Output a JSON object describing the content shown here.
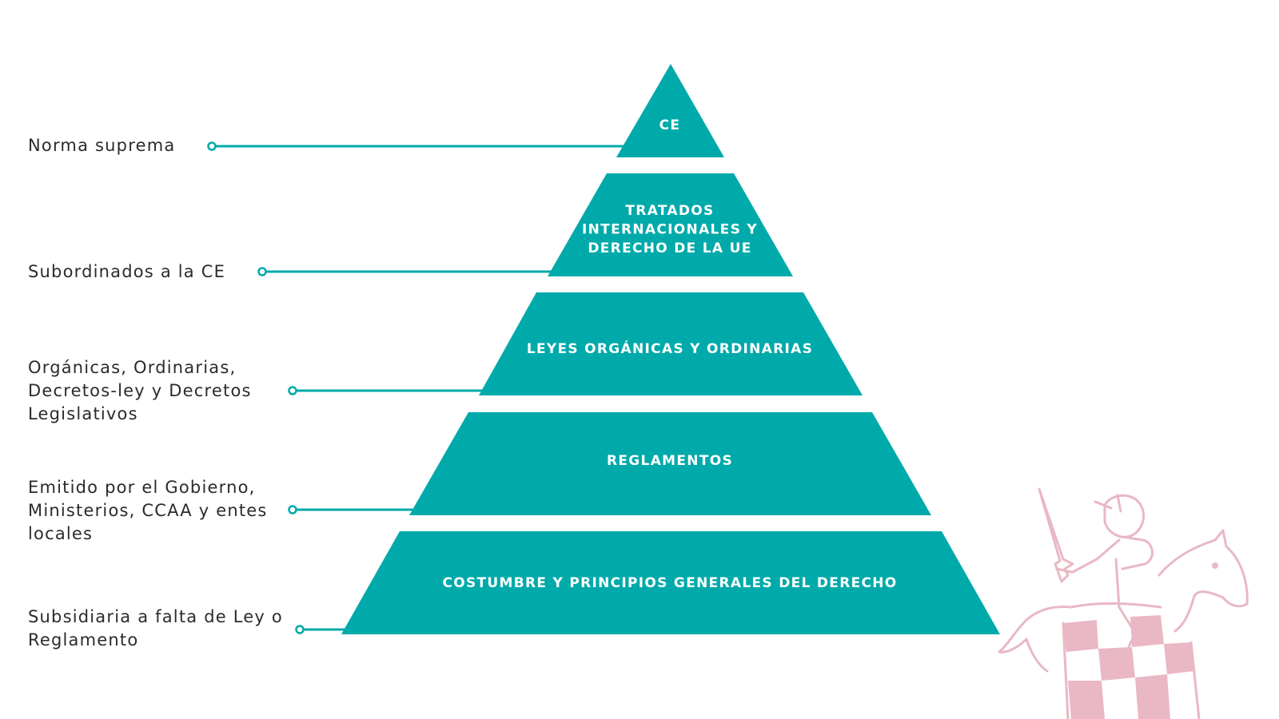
{
  "pyramid": {
    "color": "#01aaaa",
    "tiers": [
      {
        "name": "tier-ce",
        "lines": [
          "CE"
        ]
      },
      {
        "name": "tier-tratados",
        "lines": [
          "TRATADOS",
          "INTERNACIONALES Y",
          "DERECHO DE LA UE"
        ]
      },
      {
        "name": "tier-leyes",
        "lines": [
          "LEYES ORGÁNICAS Y ORDINARIAS"
        ]
      },
      {
        "name": "tier-reglamentos",
        "lines": [
          "REGLAMENTOS"
        ]
      },
      {
        "name": "tier-costumbre",
        "lines": [
          "COSTUMBRE Y PRINCIPIOS GENERALES DEL DERECHO"
        ]
      }
    ]
  },
  "annotations": [
    {
      "name": "annotation-norma-suprema",
      "lines": [
        "Norma suprema"
      ]
    },
    {
      "name": "annotation-subordinados",
      "lines": [
        "Subordinados a la CE"
      ]
    },
    {
      "name": "annotation-leyes",
      "lines": [
        "Orgánicas, Ordinarias,",
        "Decretos-ley y Decretos",
        "Legislativos"
      ]
    },
    {
      "name": "annotation-reglamentos",
      "lines": [
        "Emitido por el Gobierno,",
        "Ministerios, CCAA y entes",
        "locales"
      ]
    },
    {
      "name": "annotation-costumbre",
      "lines": [
        "Subsidiaria a falta de Ley o",
        "Reglamento"
      ]
    }
  ],
  "connector_color": "#01aaaa",
  "watermark": {
    "icon": "knight-horse-watermark-icon",
    "color": "#e9b8c4"
  }
}
